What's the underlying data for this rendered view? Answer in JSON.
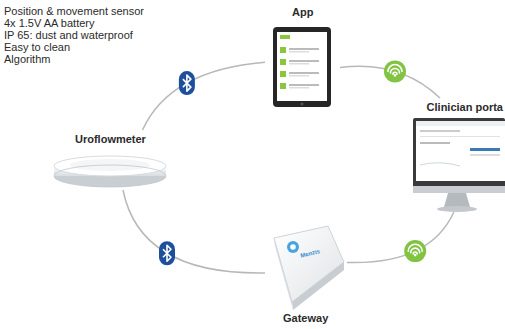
{
  "diagram": {
    "nodes": [
      {
        "text": [
          "Uroflowmeter"
        ]
      },
      {
        "text": [
          "App"
        ]
      },
      {
        "text": [
          "Clinician porta"
        ]
      },
      {
        "text": [
          "Gateway"
        ]
      }
    ],
    "edges": [
      {
        "from": 0,
        "to": 1,
        "arrow": "none"
      },
      {
        "from": 1,
        "to": 2,
        "arrow": "none"
      },
      {
        "from": 0,
        "to": 3,
        "arrow": "none"
      },
      {
        "from": 3,
        "to": 2,
        "arrow": "none"
      }
    ],
    "labels": [
      "Position & movement sensor",
      "4x 1.5V AA battery",
      "IP 65: dust and waterproof",
      "Easy to clean",
      "Algorithm",
      "Menzis"
    ]
  }
}
